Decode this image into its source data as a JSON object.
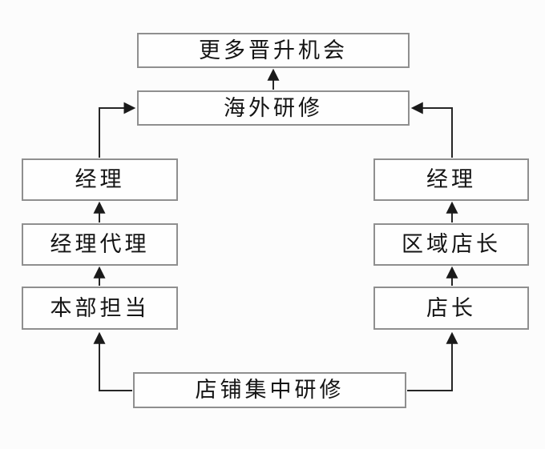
{
  "diagram": {
    "type": "flowchart",
    "nodes": {
      "top": {
        "id": "more-promotion",
        "label": "更多晋升机会"
      },
      "overseas": {
        "id": "overseas-training",
        "label": "海外研修"
      },
      "left": [
        {
          "id": "manager-left",
          "label": "经理"
        },
        {
          "id": "deputy-manager",
          "label": "经理代理"
        },
        {
          "id": "hq-staff",
          "label": "本部担当"
        }
      ],
      "right": [
        {
          "id": "manager-right",
          "label": "经理"
        },
        {
          "id": "regional-manager",
          "label": "区域店长"
        },
        {
          "id": "store-manager",
          "label": "店长"
        }
      ],
      "bottom": {
        "id": "store-group-training",
        "label": "店铺集中研修"
      }
    },
    "edges": [
      {
        "from": "店铺集中研修",
        "to": "本部担当"
      },
      {
        "from": "店铺集中研修",
        "to": "店长"
      },
      {
        "from": "本部担当",
        "to": "经理代理"
      },
      {
        "from": "经理代理",
        "to": "经理 (左)"
      },
      {
        "from": "店长",
        "to": "区域店长"
      },
      {
        "from": "区域店长",
        "to": "经理 (右)"
      },
      {
        "from": "经理 (左)",
        "to": "海外研修"
      },
      {
        "from": "经理 (右)",
        "to": "海外研修"
      },
      {
        "from": "海外研修",
        "to": "更多晋升机会"
      }
    ],
    "colors": {
      "background": "#fcfcfc",
      "box_fill": "#fefefe",
      "box_border": "#8f8f8f",
      "line": "#262626",
      "text": "#141414"
    }
  }
}
